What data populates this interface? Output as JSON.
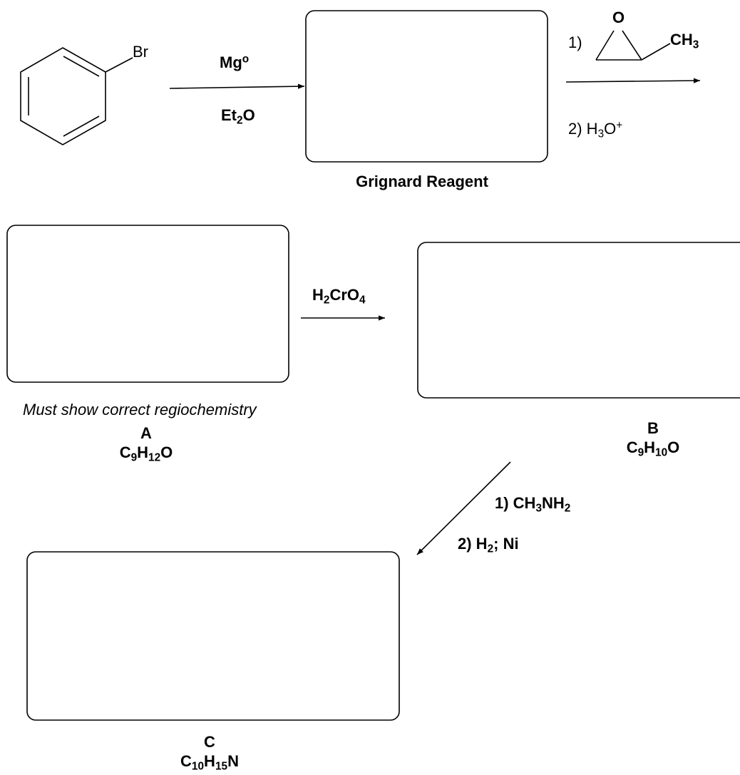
{
  "reactant": {
    "substituent": "Br"
  },
  "step1": {
    "reagent_main": "Mg",
    "reagent_sup": "o",
    "solvent_main": "Et",
    "solvent_sub": "2",
    "solvent_tail": "O"
  },
  "box_grignard": {
    "caption": "Grignard Reagent"
  },
  "step2": {
    "n1": "1)",
    "epoxide_o": "O",
    "methyl_main": "CH",
    "methyl_sub": "3",
    "n2": "2) H",
    "h3o_sub": "3",
    "h3o_o": "O",
    "h3o_sup": "+"
  },
  "step3": {
    "h": "H",
    "h_sub": "2",
    "cr": "CrO",
    "cr_sub": "4"
  },
  "box_a": {
    "note": "Must show correct regiochemistry",
    "label": "A",
    "f_c": "C",
    "f_c_sub": "9",
    "f_h": "H",
    "f_h_sub": "12",
    "f_o": "O"
  },
  "box_b": {
    "label": "B",
    "f_c": "C",
    "f_c_sub": "9",
    "f_h": "H",
    "f_h_sub": "10",
    "f_o": "O"
  },
  "step4": {
    "l1_a": "1) CH",
    "l1_sub1": "3",
    "l1_b": "NH",
    "l1_sub2": "2",
    "l2_a": "2) H",
    "l2_sub": "2",
    "l2_b": "; Ni"
  },
  "box_c": {
    "label": "C",
    "f_c": "C",
    "f_c_sub": "10",
    "f_h": "H",
    "f_h_sub": "15",
    "f_n": "N"
  }
}
